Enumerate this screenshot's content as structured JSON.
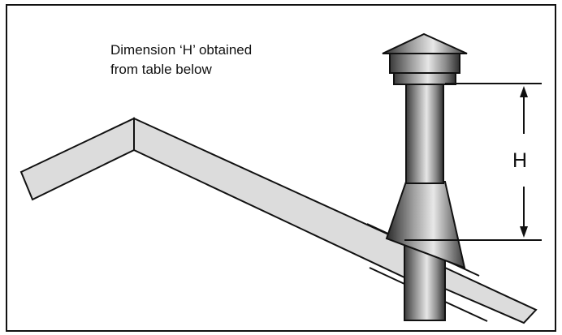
{
  "diagram": {
    "caption_lines": [
      "Dimension ‘H’ obtained",
      "from table below"
    ],
    "dimension_label": "H",
    "colors": {
      "background": "#ffffff",
      "line": "#111111",
      "roof_fill": "#dcdcdc",
      "flue_metal": "#8a8a8a"
    }
  }
}
